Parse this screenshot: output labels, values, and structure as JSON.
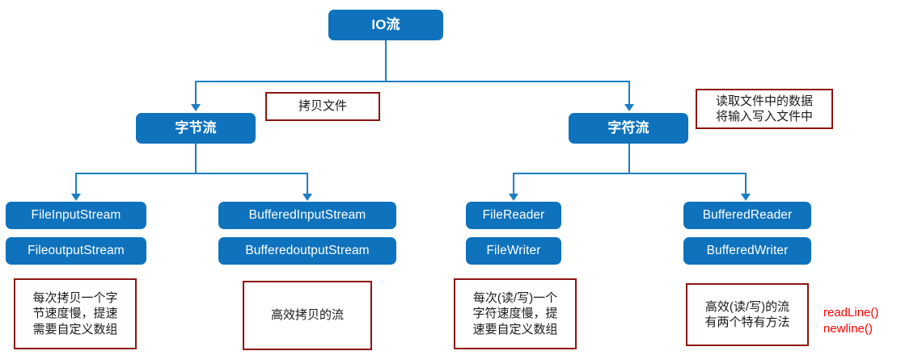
{
  "diagram": {
    "title": "IO流",
    "root": {
      "label": "IO流"
    },
    "branches": [
      {
        "label": "字节流"
      },
      {
        "label": "字符流"
      }
    ],
    "leaves": {
      "byte_file": {
        "top": "FileInputStream",
        "bottom": "FileoutputStream"
      },
      "byte_buffered": {
        "top": "BufferedInputStream",
        "bottom": "BufferedoutputStream"
      },
      "char_file": {
        "top": "FileReader",
        "bottom": "FileWriter"
      },
      "char_buffered": {
        "top": "BufferedReader",
        "bottom": "BufferedWriter"
      }
    },
    "notes": {
      "byte_stream_purpose": "拷贝文件",
      "char_stream_purpose": "读取文件中的数据\n将输入写入文件中",
      "byte_file_note": "每次拷贝一个字\n节速度慢，提速\n需要自定义数组",
      "byte_buffered_note": "高效拷贝的流",
      "char_file_note": "每次(读/写)一个\n字符速度慢，提\n速要自定义数组",
      "char_buffered_note": "高效(读/写)的流\n有两个特有方法"
    },
    "methods_annotation": "readLine()\nnewline()",
    "colors": {
      "node_fill": "#0E72BD",
      "connector": "#1B7EC2",
      "note_border": "#8C1410",
      "note_text": "#1a1a1a",
      "red_text": "#FF0000",
      "background": "#ffffff"
    }
  }
}
